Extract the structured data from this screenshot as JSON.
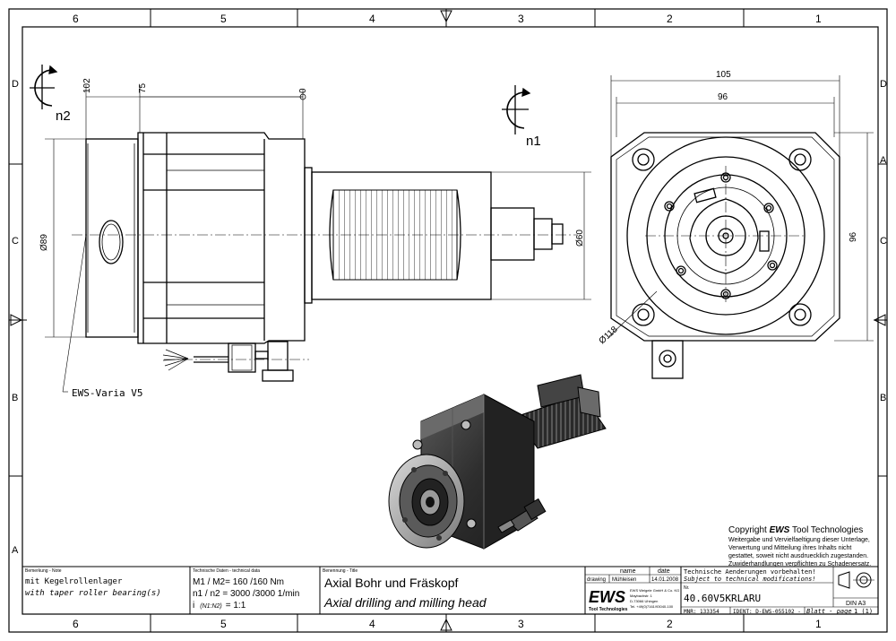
{
  "border": {
    "columns": [
      "6",
      "5",
      "4",
      "3",
      "2",
      "1"
    ],
    "rows": [
      "D",
      "C",
      "B",
      "A"
    ]
  },
  "dims": {
    "d102": "102",
    "d75": "75",
    "d0": "0",
    "d105": "105",
    "d96top": "96",
    "d96right": "96",
    "d89": "Ø89",
    "d60": "Ø60",
    "d118": "Ø118",
    "n1": "n1",
    "n2": "n2",
    "variant": "EWS-Varia V5"
  },
  "copyright": {
    "line1_prefix": "Copyright ",
    "line1_brand": "EWS",
    "line1_suffix": " Tool Technologies",
    "line2": "Weitergabe und Vervielfaeltigung dieser Unterlage,",
    "line3": "Verwertung und Mitteilung ihres Inhalts nicht",
    "line4": "gestattet, soweit nicht ausdruecklich zugestanden.",
    "line5": "Zuwiderhandlungen verpflichten zu Schadenersatz."
  },
  "title_block": {
    "remark_label": "Bemerkung - Note",
    "remark_de": "mit Kegelrollenlager",
    "remark_en": "with taper roller bearing(s)",
    "tech_label": "Technische Daten - technical data",
    "tech_line1": "M1 / M2= 160 /160 Nm",
    "tech_line2": "n1 / n2 = 3000 /3000  1/min",
    "tech_line3_a": "i",
    "tech_line3_b": "(N1:N2)",
    "tech_line3_c": "= 1:1",
    "title_label": "Benennung - Title",
    "title_de": "Axial Bohr und Fräskopf",
    "title_en": "Axial drilling and milling head",
    "col_name": "name",
    "col_date": "date",
    "row_drawing": "drawing",
    "drawer": "Mühleisen",
    "draw_date": "14.01.2008",
    "company_logo": "EWS",
    "company_sub": "Tool Technologies",
    "company_addr1": "EWS Weigele GmbH & Co. KG",
    "company_addr2": "Maybachstr. 1",
    "company_addr3": "D-73066 Uhingen",
    "company_addr4": "Tel. +49(0)7161/93040-100",
    "mod_de": "Technische Aenderungen vorbehalten!",
    "mod_en": "Subject to technical modifications!",
    "nr_label": "Nr.",
    "drawing_no": "40.60V5KRLARU",
    "mnr": "MNR: 133354",
    "ident": "IDENT: D-EWS-055102 -",
    "sheet": "Blatt - page",
    "sheet_no": "1 (1)",
    "format": "DIN A3"
  }
}
